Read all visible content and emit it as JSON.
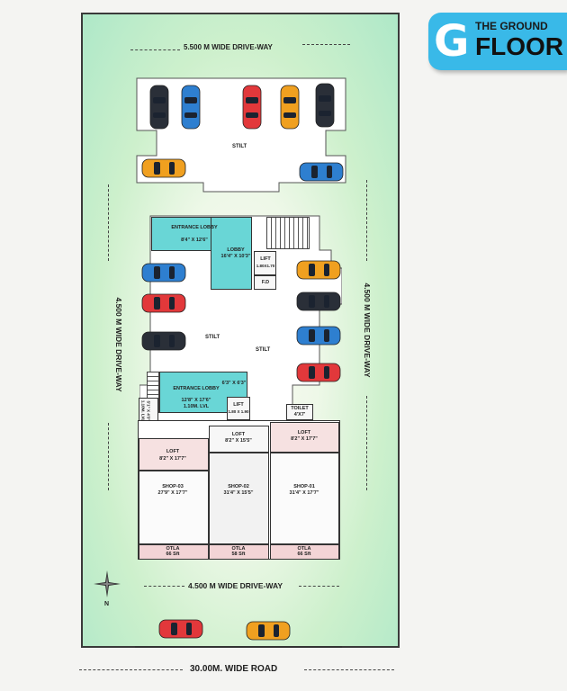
{
  "badge": {
    "letter": "G",
    "line1": "THE GROUND",
    "line2": "FLOOR",
    "color": "#39b9e8"
  },
  "roads": {
    "top_driveway": "5.500 M WIDE DRIVE-WAY",
    "left_driveway": "4.500 M WIDE DRIVE-WAY",
    "right_driveway": "4.500 M WIDE DRIVE-WAY",
    "bottom_driveway": "4.500 M WIDE DRIVE-WAY",
    "main_road": "30.00M. WIDE ROAD"
  },
  "compass": {
    "north": "N"
  },
  "stilt_labels": [
    "STILT",
    "STILT",
    "STILT"
  ],
  "rooms": {
    "entrance_lobby_1": {
      "name": "ENTRANCE LOBBY",
      "size": "8'4\" X 12'6\""
    },
    "lobby": {
      "name": "LOBBY",
      "size": "16'4\" X 10'3\""
    },
    "lift_1": {
      "name": "LIFT",
      "size": "1.80X1.70"
    },
    "fd": {
      "name": "F.D"
    },
    "entrance_lobby_2": {
      "name": "ENTRANCE LOBBY",
      "size": "12'8\" X 17'6\"",
      "level": "1.10M. LVL"
    },
    "small_room": {
      "size": "6'3\" X 6'3\""
    },
    "lift_2": {
      "name": "LIFT",
      "size": "1.80 X 1.90"
    },
    "side_room": {
      "size": "5'1\" X 4'3\"",
      "level": "1.10M. LVL"
    },
    "toilet": {
      "name": "TOILET",
      "size": "4'X7'"
    }
  },
  "shops": [
    {
      "loft": "LOFT",
      "loft_size": "8'2\" X 17'7\"",
      "name": "SHOP-03",
      "size": "27'9\" X 17'7\"",
      "otla": "OTLA",
      "otla_area": "66 Sft"
    },
    {
      "loft": "LOFT",
      "loft_size": "8'2\" X 15'5\"",
      "name": "SHOP-02",
      "size": "31'4\" X 15'5\"",
      "otla": "OTLA",
      "otla_area": "58 Sft"
    },
    {
      "loft": "LOFT",
      "loft_size": "8'2\" X 17'7\"",
      "name": "SHOP-01",
      "size": "31'4\" X 17'7\"",
      "otla": "OTLA",
      "otla_area": "66 Sft"
    }
  ],
  "cars": [
    {
      "color": "#2a2f38"
    },
    {
      "color": "#2e7fd0"
    },
    {
      "color": "#e2383b"
    },
    {
      "color": "#f0a020"
    },
    {
      "color": "#2a2f38"
    },
    {
      "color": "#f0a020"
    },
    {
      "color": "#2e7fd0"
    },
    {
      "color": "#2e7fd0"
    },
    {
      "color": "#e2383b"
    },
    {
      "color": "#2a2f38"
    },
    {
      "color": "#f0a020"
    },
    {
      "color": "#2a2f38"
    },
    {
      "color": "#2e7fd0"
    },
    {
      "color": "#e2383b"
    },
    {
      "color": "#e2383b"
    },
    {
      "color": "#f0a020"
    }
  ]
}
